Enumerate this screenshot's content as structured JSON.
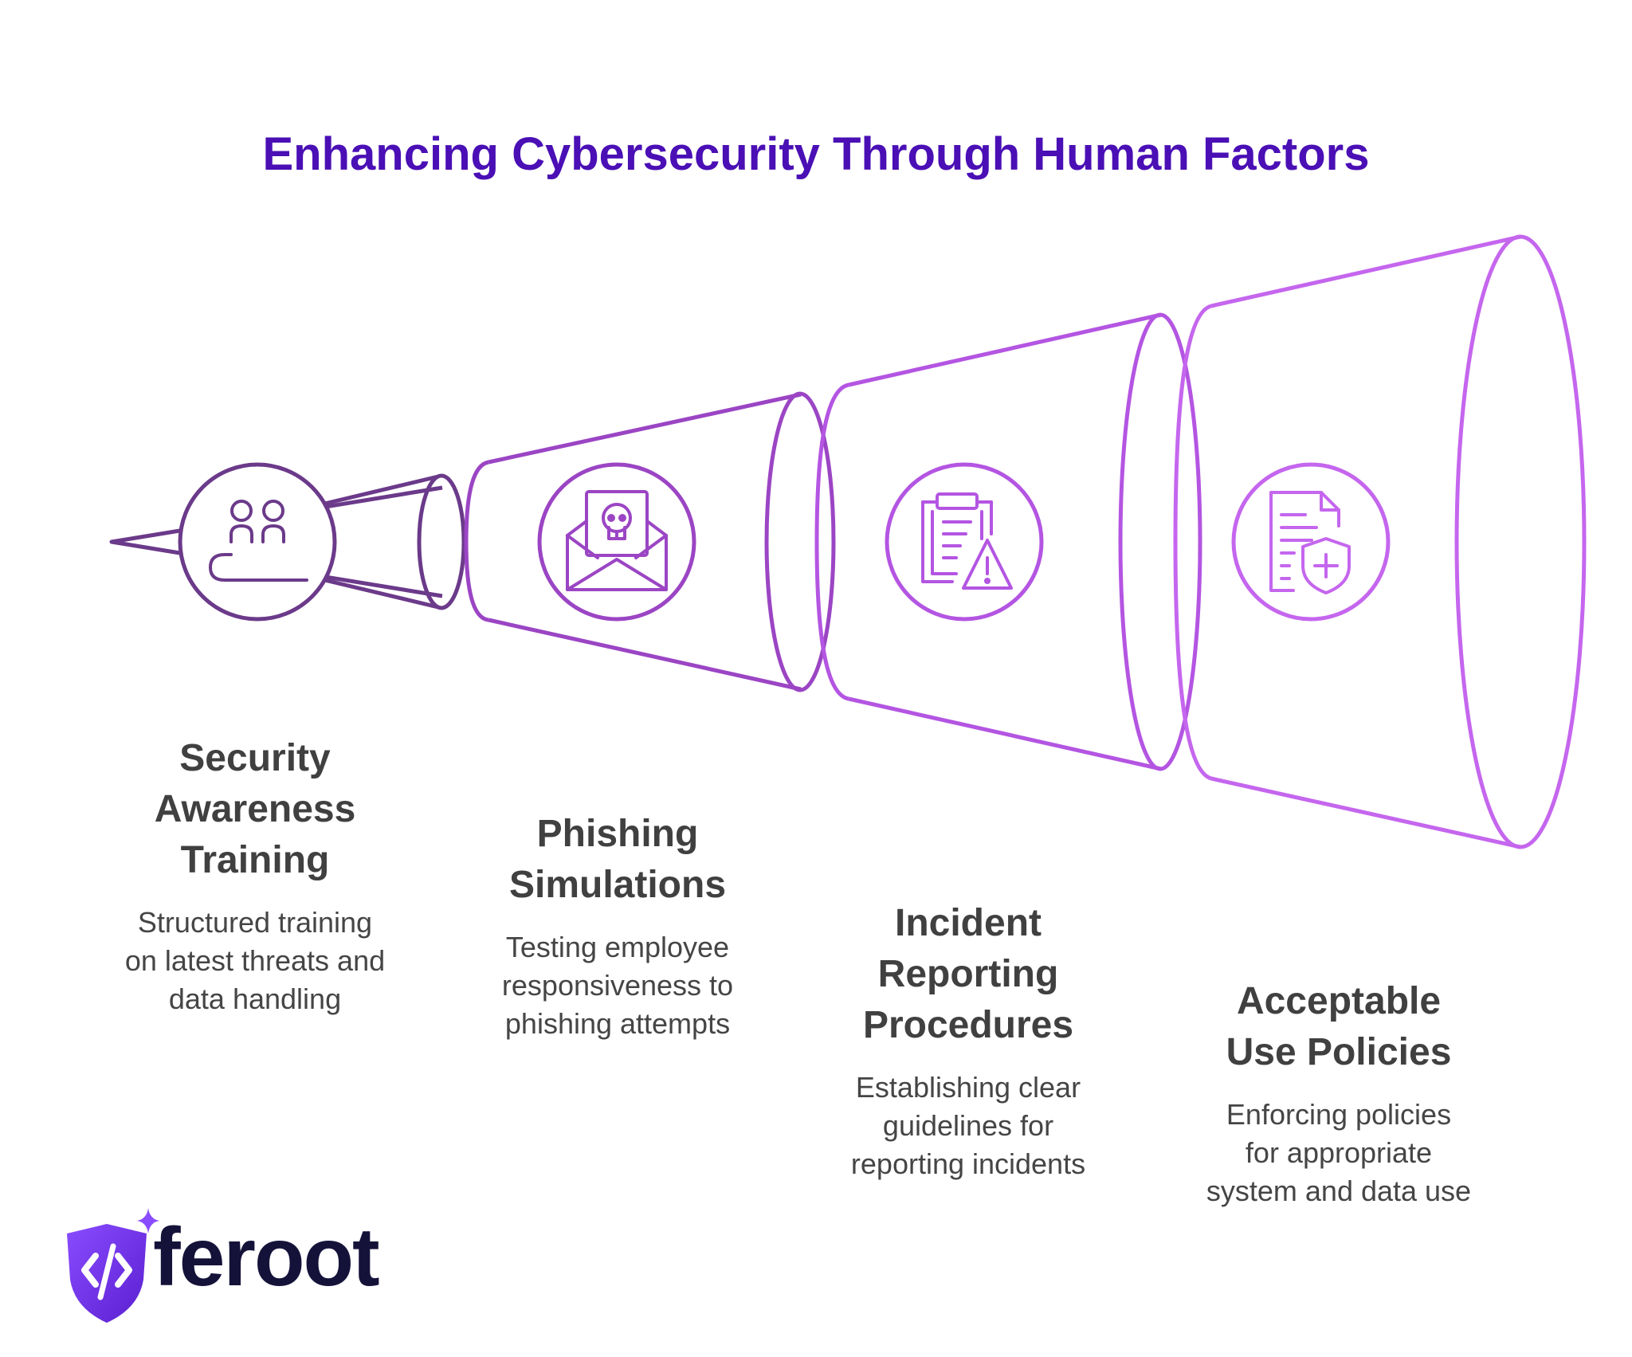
{
  "title": "Enhancing Cybersecurity Through Human Factors",
  "colors": {
    "title": "#4a0fb5",
    "stage1": "#6b3a8a",
    "stage2": "#9b45c4",
    "stage3": "#b455e2",
    "stage4": "#c566ee"
  },
  "stages": [
    {
      "heading_lines": [
        "Security",
        "Awareness",
        "Training"
      ],
      "description_lines": [
        "Structured training",
        "on latest threats and",
        "data handling"
      ],
      "icon": "people-training-icon"
    },
    {
      "heading_lines": [
        "Phishing",
        "Simulations"
      ],
      "description_lines": [
        "Testing employee",
        "responsiveness to",
        "phishing attempts"
      ],
      "icon": "phishing-envelope-skull-icon"
    },
    {
      "heading_lines": [
        "Incident",
        "Reporting",
        "Procedures"
      ],
      "description_lines": [
        "Establishing clear",
        "guidelines for",
        "reporting incidents"
      ],
      "icon": "clipboard-warning-icon"
    },
    {
      "heading_lines": [
        "Acceptable",
        "Use Policies"
      ],
      "description_lines": [
        "Enforcing policies",
        "for appropriate",
        "system and data use"
      ],
      "icon": "document-shield-icon"
    }
  ],
  "logo": {
    "text": "feroot",
    "icon": "shield-code-icon"
  }
}
